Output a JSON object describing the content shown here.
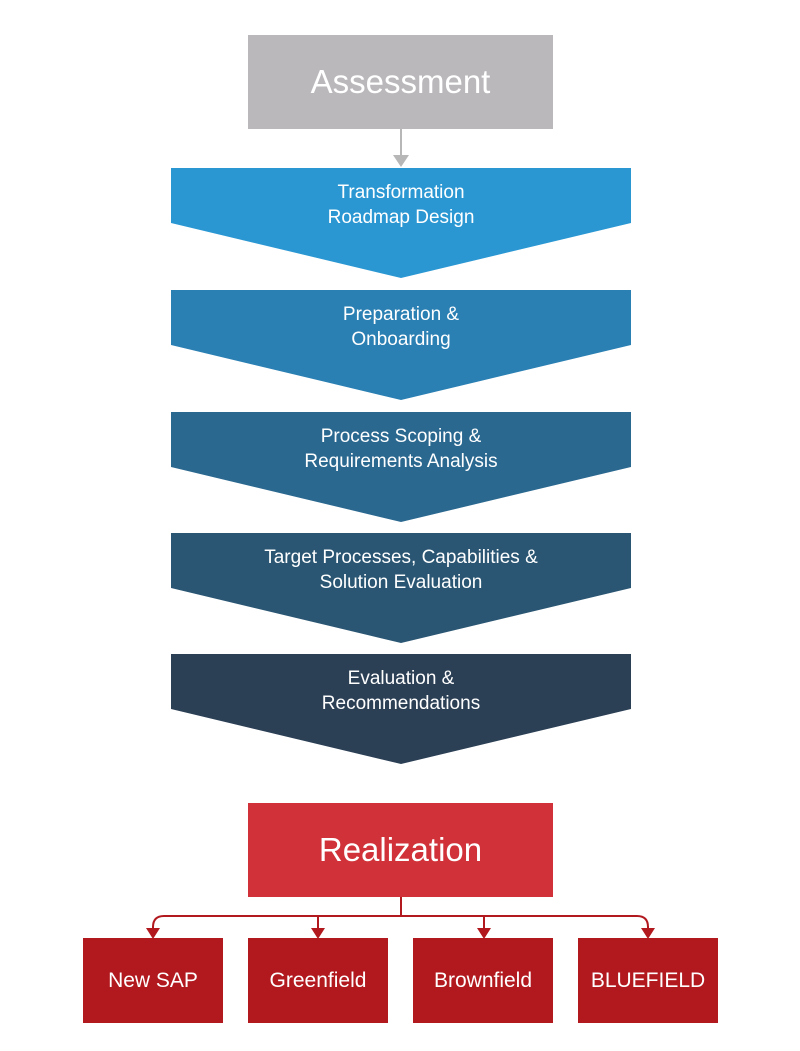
{
  "top": {
    "label": "Assessment"
  },
  "steps": [
    {
      "line1": "Transformation",
      "line2": "Roadmap Design",
      "color": "#2a97d3"
    },
    {
      "line1": "Preparation &",
      "line2": "Onboarding",
      "color": "#2a7fb3"
    },
    {
      "line1": "Process Scoping &",
      "line2": "Requirements Analysis",
      "color": "#2a6890"
    },
    {
      "line1": "Target Processes, Capabilities &",
      "line2": "Solution Evaluation",
      "color": "#2a5673"
    },
    {
      "line1": "Evaluation &",
      "line2": "Recommendations",
      "color": "#2b3f55"
    }
  ],
  "bottom": {
    "label": "Realization"
  },
  "options": [
    {
      "label": "New SAP"
    },
    {
      "label": "Greenfield"
    },
    {
      "label": "Brownfield"
    },
    {
      "label": "BLUEFIELD"
    }
  ],
  "colors": {
    "assessment": "#bbb8bb",
    "realization": "#d13239",
    "option": "#b1191f",
    "connector_grey": "#b7b7b7",
    "connector_red": "#b1191f"
  }
}
